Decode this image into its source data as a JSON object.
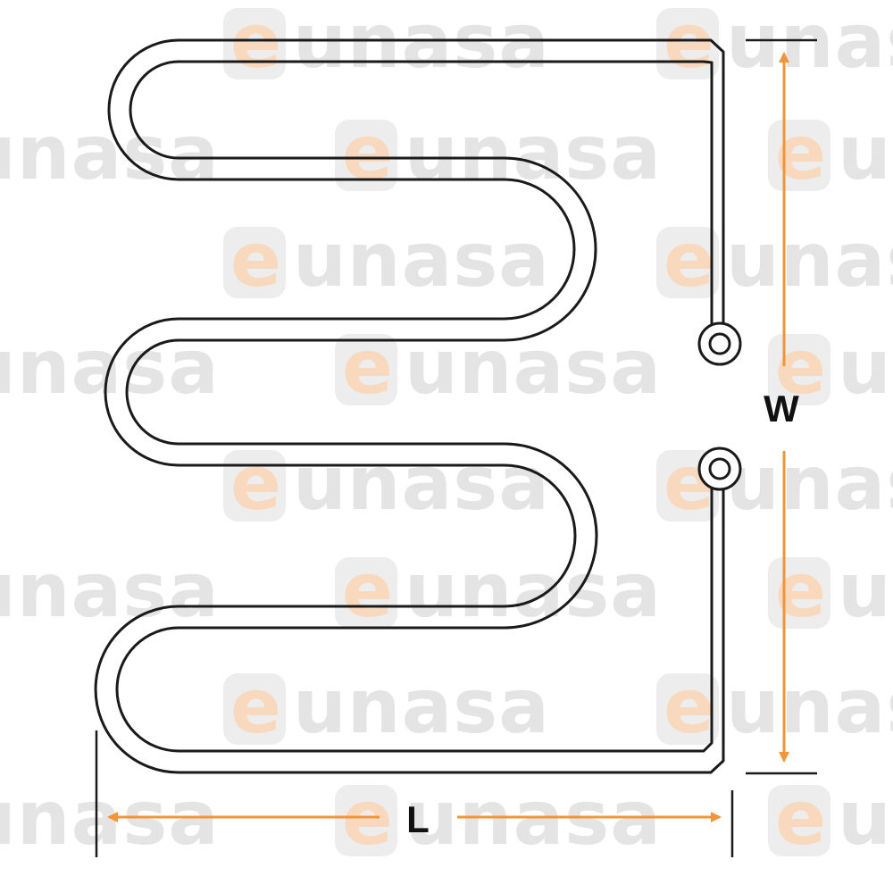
{
  "watermark": {
    "brand": "eunasa",
    "e_color": "#f8d9bd",
    "rest_color": "#e4e4e4"
  },
  "dimensions": {
    "width_label": "W",
    "length_label": "L",
    "arrow_color": "#f0953a"
  },
  "drawing": {
    "line_color": "#1a1a1a"
  }
}
